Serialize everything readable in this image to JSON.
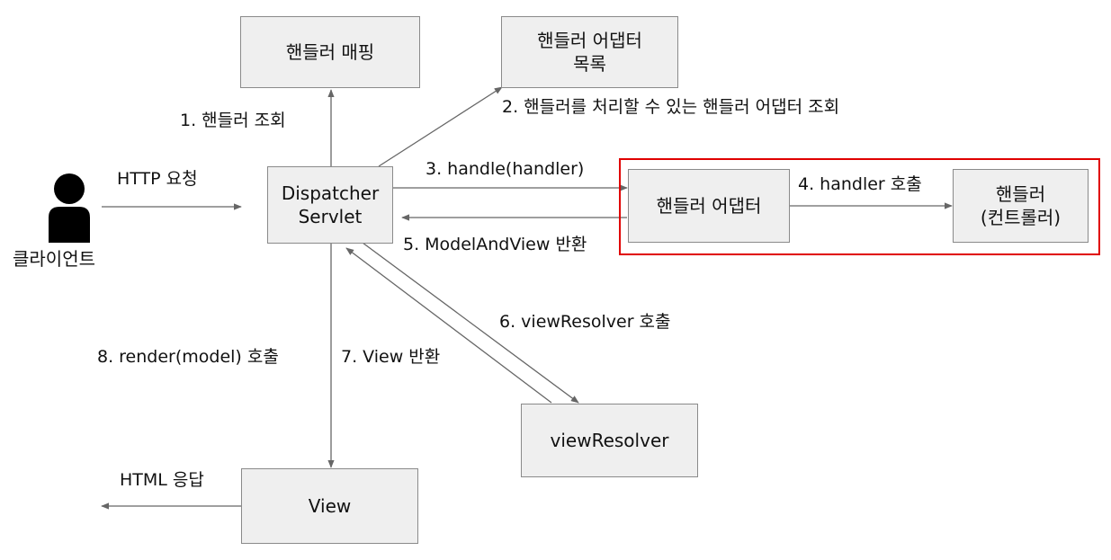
{
  "nodes": {
    "handler_mapping": "핸들러 매핑",
    "adapter_list": "핸들러 어댑터\n목록",
    "dispatcher": "Dispatcher\nServlet",
    "adapter": "핸들러 어댑터",
    "handler": "핸들러\n(컨트롤러)",
    "view_resolver": "viewResolver",
    "view": "View"
  },
  "actor": {
    "label": "클라이언트",
    "icon": "person-icon"
  },
  "edges": {
    "http_request": "HTTP 요청",
    "step1": "1. 핸들러 조회",
    "step2": "2. 핸들러를 처리할 수 있는 핸들러 어댑터 조회",
    "step3": "3. handle(handler)",
    "step4": "4. handler 호출",
    "step5": "5. ModelAndView 반환",
    "step6": "6. viewResolver 호출",
    "step7": "7. View 반환",
    "step8": "8. render(model) 호출",
    "html_response": "HTML 응답"
  },
  "colors": {
    "box_fill": "#efefef",
    "box_border": "#8a8a8a",
    "arrow": "#666666",
    "highlight": "#e00000"
  }
}
